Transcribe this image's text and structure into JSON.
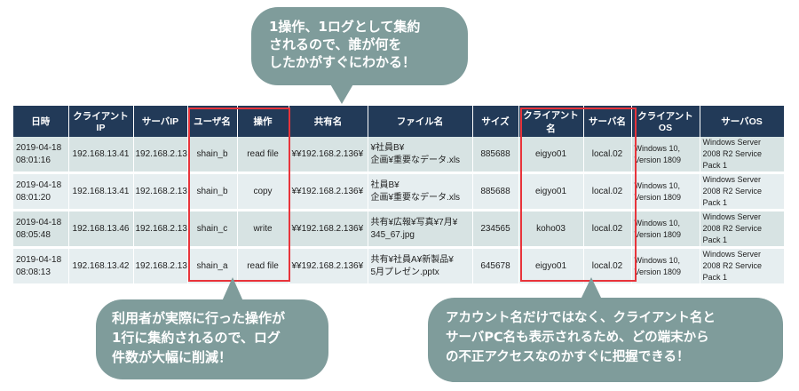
{
  "callouts": {
    "top": "1操作、1ログとして集約\nされるので、誰が何を\nしたかがすぐにわかる！",
    "left": "利用者が実際に行った操作が\n1行に集約されるので、ログ\n件数が大幅に削減！",
    "right": "アカウント名だけではなく、クライアント名と\nサーバPC名も表示されるため、どの端末から\nの不正アクセスなのかすぐに把握できる！"
  },
  "table": {
    "headers": [
      "日時",
      "クライアントIP",
      "サーバIP",
      "ユーザ名",
      "操作",
      "共有名",
      "ファイル名",
      "サイズ",
      "クライアント名",
      "サーバ名",
      "クライアントOS",
      "サーバOS"
    ],
    "rows": [
      [
        "2019-04-18\n08:01:16",
        "192.168.13.41",
        "192.168.2.136",
        "shain_b",
        "read file",
        "¥¥192.168.2.136¥",
        "¥社員B¥\n企画¥重要なデータ.xls",
        "885688",
        "eigyo01",
        "local.02",
        "Windows 10,\nVersion 1809",
        "Windows Server\n2008 R2 Service\nPack 1"
      ],
      [
        "2019-04-18\n08:01:20",
        "192.168.13.41",
        "192.168.2.136",
        "shain_b",
        "copy",
        "¥¥192.168.2.136¥",
        "社員B¥\n企画¥重要なデータ.xls",
        "885688",
        "eigyo01",
        "local.02",
        "Windows 10,\nVersion 1809",
        "Windows Server\n2008 R2 Service\nPack 1"
      ],
      [
        "2019-04-18\n08:05:48",
        "192.168.13.46",
        "192.168.2.136",
        "shain_c",
        "write",
        "¥¥192.168.2.136¥",
        "共有¥広報¥写真¥7月¥\n345_67.jpg",
        "234565",
        "koho03",
        "local.02",
        "Windows 10,\nVersion 1809",
        "Windows Server\n2008 R2 Service\nPack 1"
      ],
      [
        "2019-04-18\n08:08:13",
        "192.168.13.42",
        "192.168.2.136",
        "shain_a",
        "read file",
        "¥¥192.168.2.136¥",
        "共有¥社員A¥新製品¥\n5月プレゼン.pptx",
        "645678",
        "eigyo01",
        "local.02",
        "Windows 10,\nVersion 1809",
        "Windows Server\n2008 R2 Service\nPack 1"
      ]
    ]
  },
  "colors": {
    "header_bg": "#223a58",
    "row_odd": "#d7e3e3",
    "row_even": "#e6eef0",
    "callout_bg": "#7f9c9b",
    "highlight_border": "#e8343b"
  }
}
